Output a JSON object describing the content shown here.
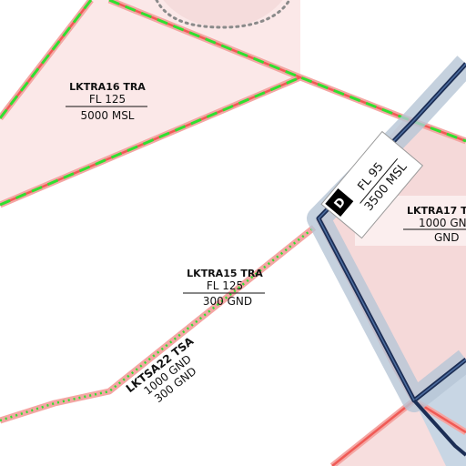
{
  "map": {
    "colors": {
      "background": "#ffffff",
      "restricted_fill": "#f7dede",
      "restricted_border": "#f05a55",
      "boundary_glow": "#f4a6a3",
      "tsa_dash": "#2fe02f",
      "ctr_border": "#1c2e55",
      "ctr_band": "#b7c6d6"
    },
    "areas": {
      "lktra16": {
        "name": "LKTRA16 TRA",
        "upper": "FL 125",
        "lower": "5000 MSL"
      },
      "lktra15": {
        "name": "LKTRA15 TRA",
        "upper": "FL 125",
        "lower": "300 GND"
      },
      "lktra17": {
        "name": "LKTRA17 T",
        "upper": "1000 GN",
        "lower": "GND"
      },
      "lktsa22": {
        "name": "LKTSA22 TSA",
        "upper": "1000 GND",
        "lower": "300 GND"
      },
      "ctr_d": {
        "class_letter": "D",
        "upper": "FL 95",
        "lower": "3500 MSL"
      }
    }
  }
}
